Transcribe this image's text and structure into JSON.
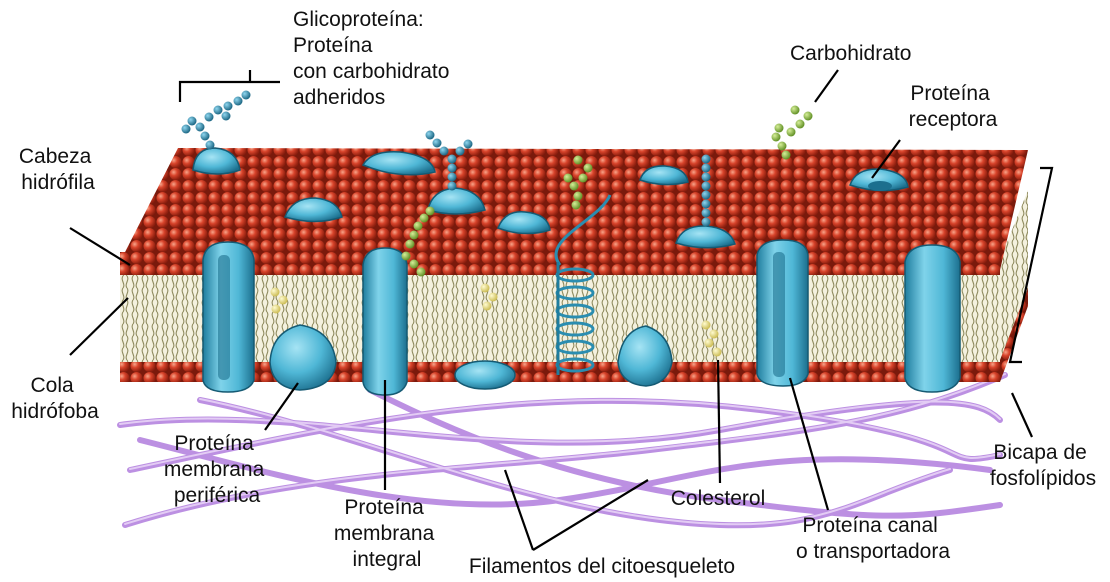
{
  "labels": {
    "glycoprotein": [
      "Glicoproteína:",
      "Proteína",
      "con carbohidrato",
      "adheridos"
    ],
    "carbohydrate": [
      "Carbohidrato"
    ],
    "receptor": [
      "Proteína",
      "receptora"
    ],
    "head": [
      "Cabeza",
      "hidrófila"
    ],
    "tail": [
      "Cola",
      "hidrófoba"
    ],
    "peripheral": [
      "Proteína",
      "membrana",
      "periférica"
    ],
    "integral": [
      "Proteína",
      "membrana",
      "integral"
    ],
    "cytoskeleton": [
      "Filamentos del citoesqueleto"
    ],
    "cholesterol": [
      "Colesterol"
    ],
    "channel": [
      "Proteína canal",
      "o transportadora"
    ],
    "bilayer": [
      "Bicapa de",
      "fosfolípidos"
    ]
  },
  "colors": {
    "head": "#d9442b",
    "head_dark": "#9e2412",
    "protein": "#4fb7d6",
    "protein_dark": "#1f7d9e",
    "glycan_blue": "#2a8db0",
    "glycan_green": "#8ab43c",
    "cholesterol": "#f0e68c",
    "tail": "#a29f72",
    "filament": "#c79be6",
    "filament_dark": "#9d6ccd"
  }
}
